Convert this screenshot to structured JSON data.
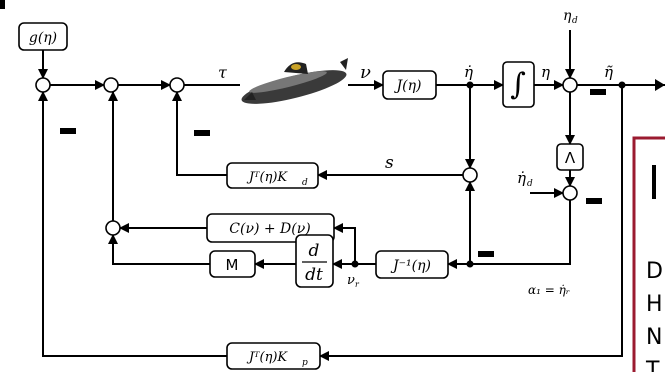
{
  "blocks": {
    "gravity": "g(η)",
    "jacobian": "J(η)",
    "integrator": "∫",
    "lambda": "Λ",
    "kd_gain": "Jᵀ(η)K",
    "kd_sub": "d",
    "coriolis_damping": "C(ν) + D(ν)",
    "mass": "M",
    "deriv_num": "d",
    "deriv_den": "dt",
    "inv_jacobian": "J⁻¹(η)",
    "kp_gain": "Jᵀ(η)K",
    "kp_sub": "p"
  },
  "signals": {
    "tau": "τ",
    "nu": "ν",
    "eta_dot": "η̇",
    "eta": "η",
    "eta_d": "η",
    "eta_d_sub": "d",
    "eta_tilde": "η̃",
    "s": "s",
    "eta_dot_d": "η̇",
    "eta_dot_d_sub": "d",
    "nu_r": "ν",
    "nu_r_sub": "r",
    "alpha_eq": "α₁ = η̇ᵣ"
  },
  "side_panel": {
    "letters": [
      "D",
      "H",
      "N",
      "T"
    ]
  },
  "colors": {
    "line": "#000000",
    "panel_border": "#9b1b30"
  }
}
